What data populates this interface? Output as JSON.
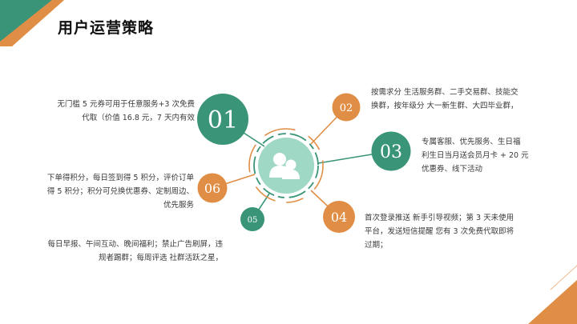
{
  "page": {
    "title": "用户运营策略"
  },
  "colors": {
    "green": "#3a9478",
    "orange": "#e08e45",
    "center_fill": "#9fd8c4",
    "text": "#3a3a3a"
  },
  "nodes": [
    {
      "id": "01",
      "label": "01",
      "color": "green",
      "text": [
        "无门槛 5 元券可用于任意服务+3 次免费",
        "代取（价值 16.8 元，7 天内有效"
      ]
    },
    {
      "id": "02",
      "label": "02",
      "color": "orange",
      "text": [
        "按需求分 生活服务群、二手交易群、技能交",
        "换群，按年级分 大一新生群、大四毕业群，"
      ]
    },
    {
      "id": "03",
      "label": "03",
      "color": "green",
      "text": [
        "专属客服、优先服务、生日福",
        "利生日当月送会员月卡 + 20 元",
        "优惠券、线下活动"
      ]
    },
    {
      "id": "04",
      "label": "04",
      "color": "orange",
      "text": [
        "首次登录推送 新手引导视频；第 3 天未使用",
        "平台，发送短信提醒 您有 3 次免费代取即将",
        "过期；"
      ]
    },
    {
      "id": "05",
      "label": "05",
      "color": "green",
      "text": [
        "每日早报、午间互动、晚间福利；禁止广告刷屏，违",
        "规者踢群；每周评选 社群活跃之星，"
      ]
    },
    {
      "id": "06",
      "label": "06",
      "color": "orange",
      "text": [
        "下单得积分，每日签到得 5 积分，评价订单",
        "得 5 积分；积分可兑换优惠券、定制周边、",
        "优先服务"
      ]
    }
  ],
  "center": {
    "icon": "users-icon"
  }
}
